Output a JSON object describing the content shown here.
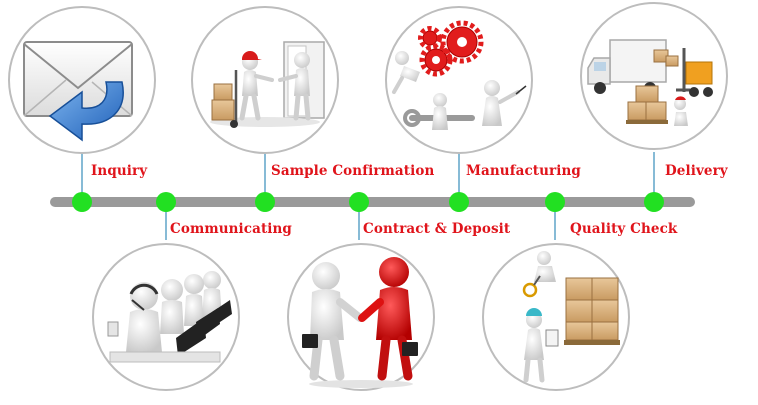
{
  "colors": {
    "label": "#e0141b",
    "timeline": "#9a9a9a",
    "milestone": "#22e022",
    "connector": "#5fa4c8",
    "circle_border": "#bdbdbd"
  },
  "steps": [
    {
      "id": "inquiry",
      "label": "Inquiry",
      "icon": "envelope-reply-icon"
    },
    {
      "id": "communicating",
      "label": "Communicating",
      "icon": "call-center-icon"
    },
    {
      "id": "sample-confirmation",
      "label": "Sample Confirmation",
      "icon": "package-handover-icon"
    },
    {
      "id": "contract-deposit",
      "label": "Contract & Deposit",
      "icon": "handshake-icon"
    },
    {
      "id": "manufacturing",
      "label": "Manufacturing",
      "icon": "gears-wrench-icon"
    },
    {
      "id": "quality-check",
      "label": "Quality Check",
      "icon": "inspection-icon"
    },
    {
      "id": "delivery",
      "label": "Delivery",
      "icon": "truck-forklift-icon"
    }
  ]
}
